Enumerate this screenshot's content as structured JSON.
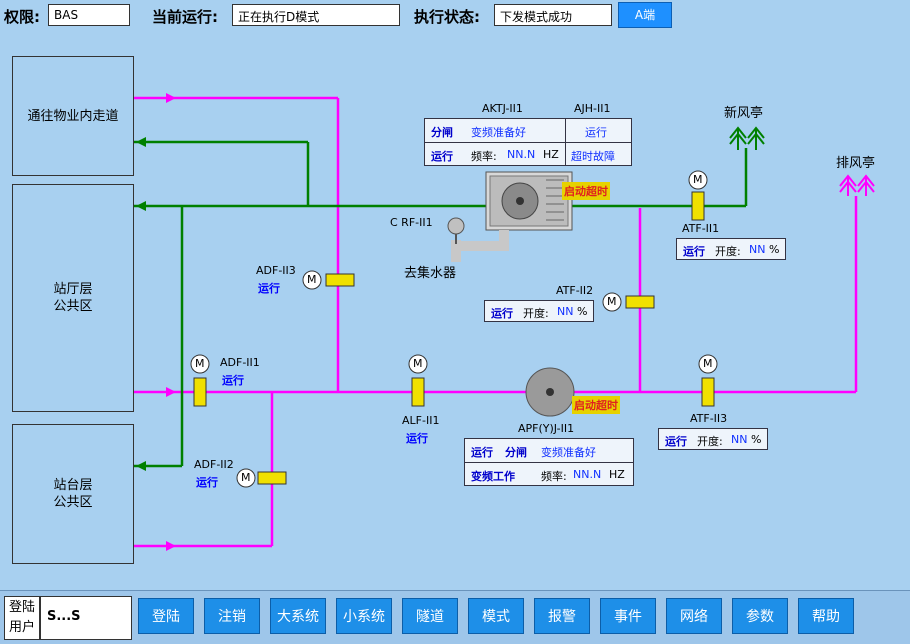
{
  "header": {
    "perm_label": "权限:",
    "perm_value": "BAS",
    "running_label": "当前运行:",
    "running_value": "正在执行D模式",
    "status_label": "执行状态:",
    "status_value": "下发模式成功",
    "a_button": "A端"
  },
  "zones": {
    "corridor": "通往物业内走道",
    "hall_line1": "站厅层",
    "hall_line2": "公共区",
    "platform_line1": "站台层",
    "platform_line2": "公共区"
  },
  "labels": {
    "fresh_air": "新风亭",
    "exhaust_air": "排风亭",
    "aktj": "AKTJ-II1",
    "ajh": "AJH-II1",
    "crf": "C RF-II1",
    "to_collector": "去集水器",
    "adf3": "ADF-II3",
    "adf3_state": "运行",
    "adf1": "ADF-II1",
    "adf1_state": "运行",
    "adf2": "ADF-II2",
    "adf2_state": "运行",
    "alf1": "ALF-II1",
    "alf1_state": "运行",
    "apf": "APF(Y)J-II1",
    "atf1": "ATF-II1",
    "atf2": "ATF-II2",
    "atf3": "ATF-II3",
    "alarm_start_1": "启动超时",
    "alarm_start_2": "启动超时",
    "motor": "M"
  },
  "ahu_panel": {
    "r1c1": "分闸",
    "r1c2": "变频准备好",
    "r1c3": "运行",
    "r2c1": "运行",
    "r2c2": "频率:",
    "r2c3": "NN.N",
    "r2c4": "HZ",
    "r2c5": "超时故障"
  },
  "apf_panel": {
    "r1c1": "运行",
    "r1c2": "分闸",
    "r1c3": "变频准备好",
    "r2c1": "变频工作",
    "r2c2": "频率:",
    "r2c3": "NN.N",
    "r2c4": "HZ"
  },
  "atf1_panel": {
    "state": "运行",
    "open": "开度:",
    "value": "NN",
    "unit": "%"
  },
  "atf2_panel": {
    "state": "运行",
    "open": "开度:",
    "value": "NN",
    "unit": "%"
  },
  "atf3_panel": {
    "state": "运行",
    "open": "开度:",
    "value": "NN",
    "unit": "%"
  },
  "footer": {
    "user_label_1": "登陆",
    "user_label_2": "用户",
    "user_value": "S...S",
    "buttons": [
      "登陆",
      "注销",
      "大系统",
      "小系统",
      "隧道",
      "模式",
      "报警",
      "事件",
      "网络",
      "参数",
      "帮助"
    ]
  },
  "colors": {
    "supply": "#ff00ff",
    "return": "#008000",
    "background": "#a8d0f0",
    "button": "#1e8fe8"
  }
}
